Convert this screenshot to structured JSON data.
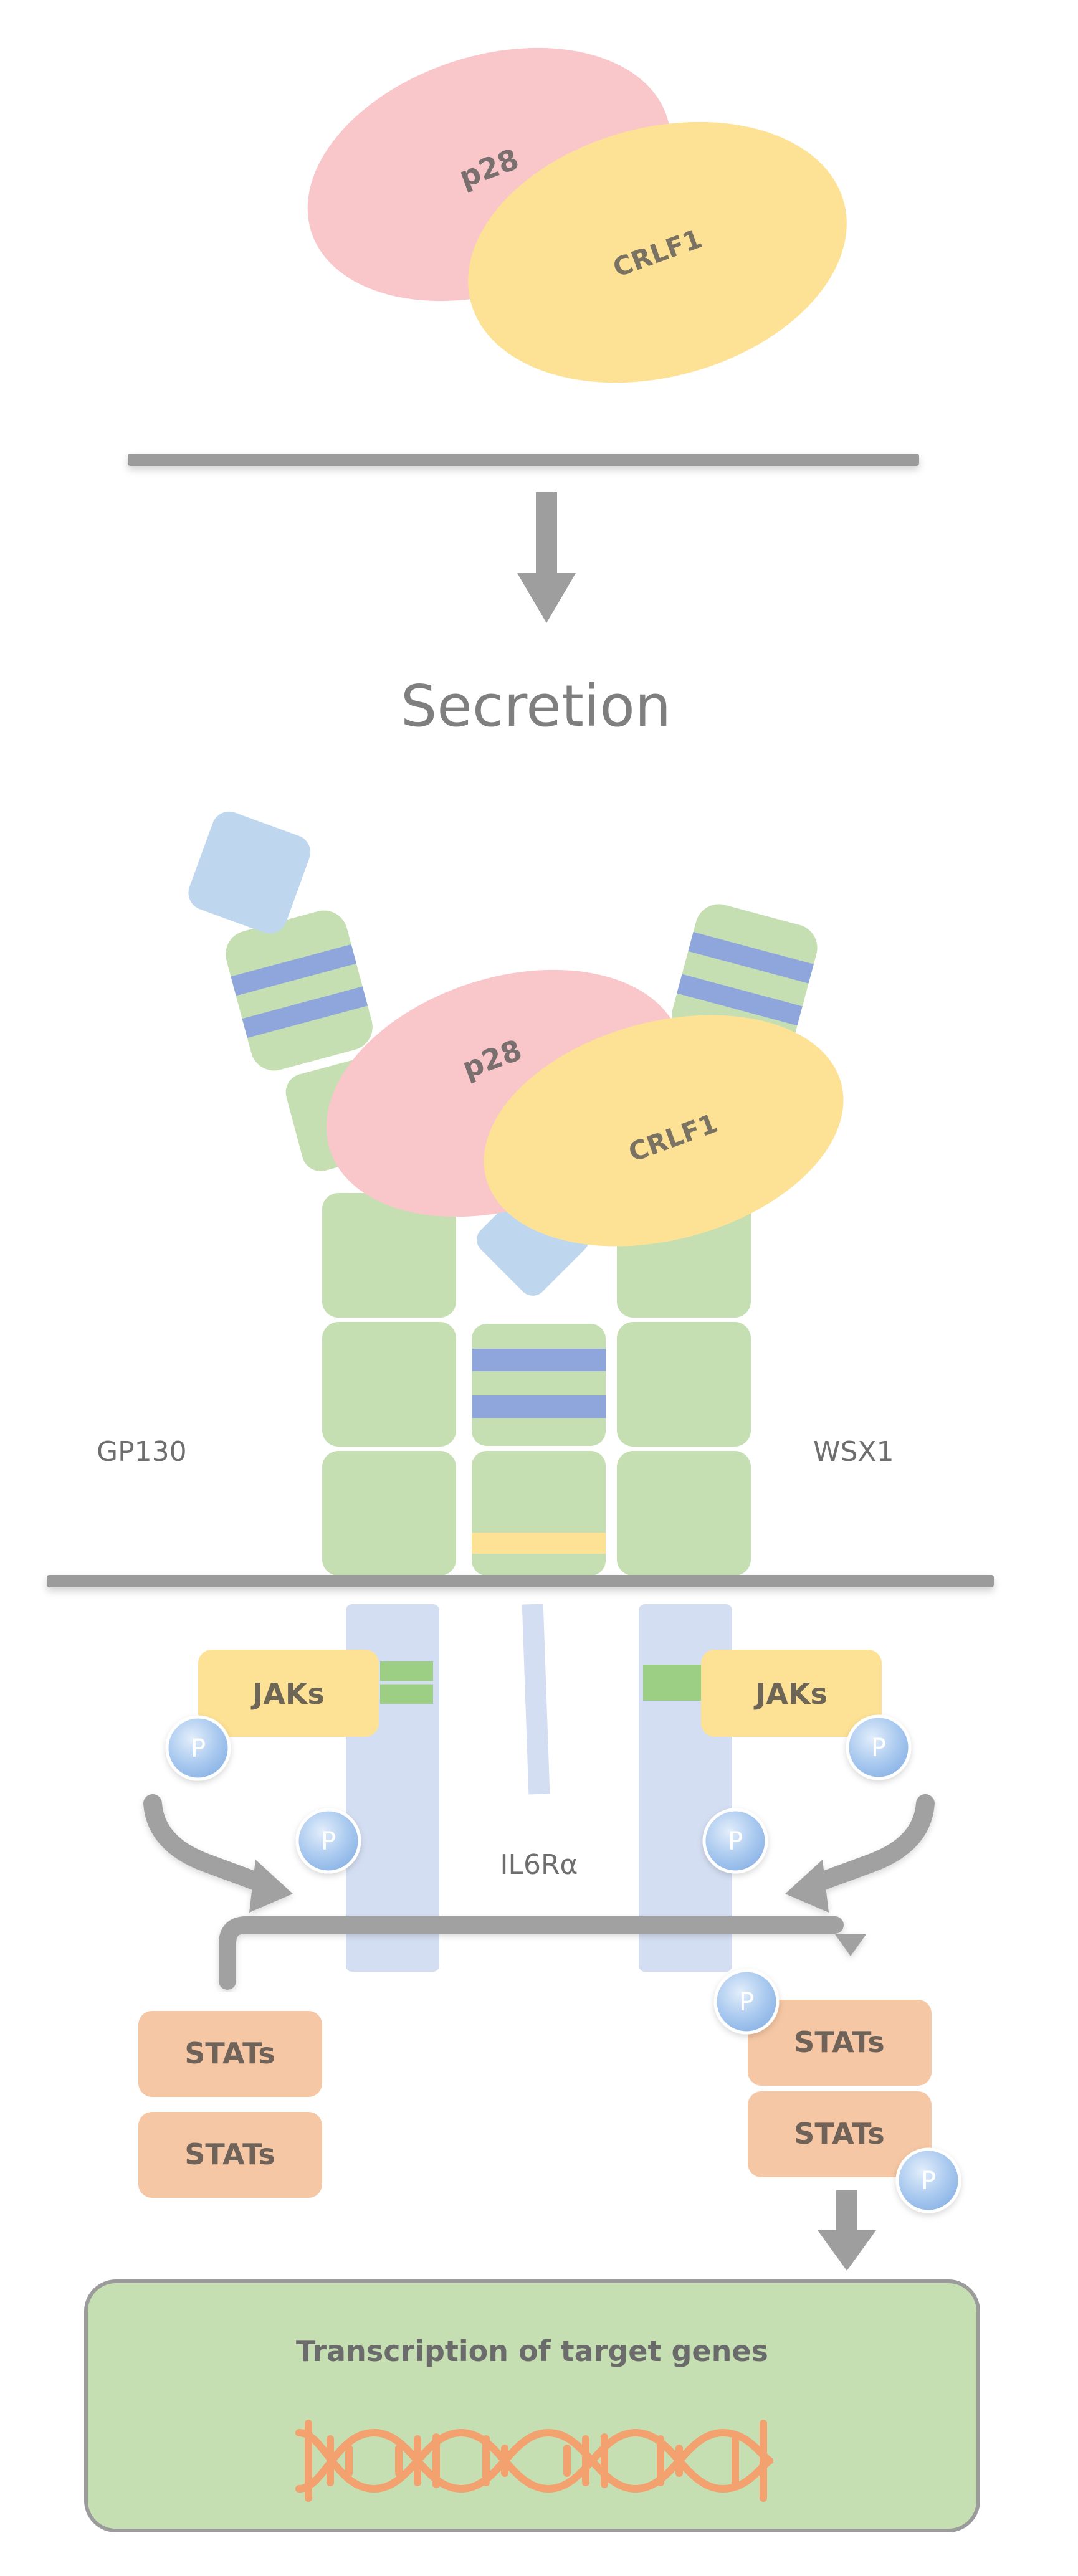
{
  "complex": {
    "p28_label": "p28",
    "crlf1_label": "CRLF1"
  },
  "secretion": {
    "label": "Secretion"
  },
  "receptor": {
    "p28_label": "p28",
    "crlf1_label": "CRLF1",
    "gp130_label": "GP130",
    "wsx1_label": "WSX1",
    "il6ra_label": "IL6Rα"
  },
  "signaling": {
    "jaks_left_label": "JAKs",
    "jaks_right_label": "JAKs",
    "phospho_label": "P",
    "stats_labels": [
      "STATs",
      "STATs",
      "STATs",
      "STATs"
    ]
  },
  "nucleus": {
    "label": "Transcription of target genes"
  },
  "colors": {
    "p28": "#f9c6c9",
    "crlf1": "#fde295",
    "membrane": "#9b9b9b",
    "domain_green": "#c5dfb3",
    "stripe_blue": "#8ea6dc",
    "light_blue": "#bed6ee",
    "receptor_body": "#d4def2",
    "stats": "#f6c7a4",
    "nucleus": "#c5dfb3",
    "dna": "#f3a16e",
    "arrow_gray": "#9e9e9e",
    "text_gray": "#7f7f7f"
  },
  "icons": {
    "dna": "dna-helix-icon",
    "arrow": "down-arrow-icon"
  }
}
